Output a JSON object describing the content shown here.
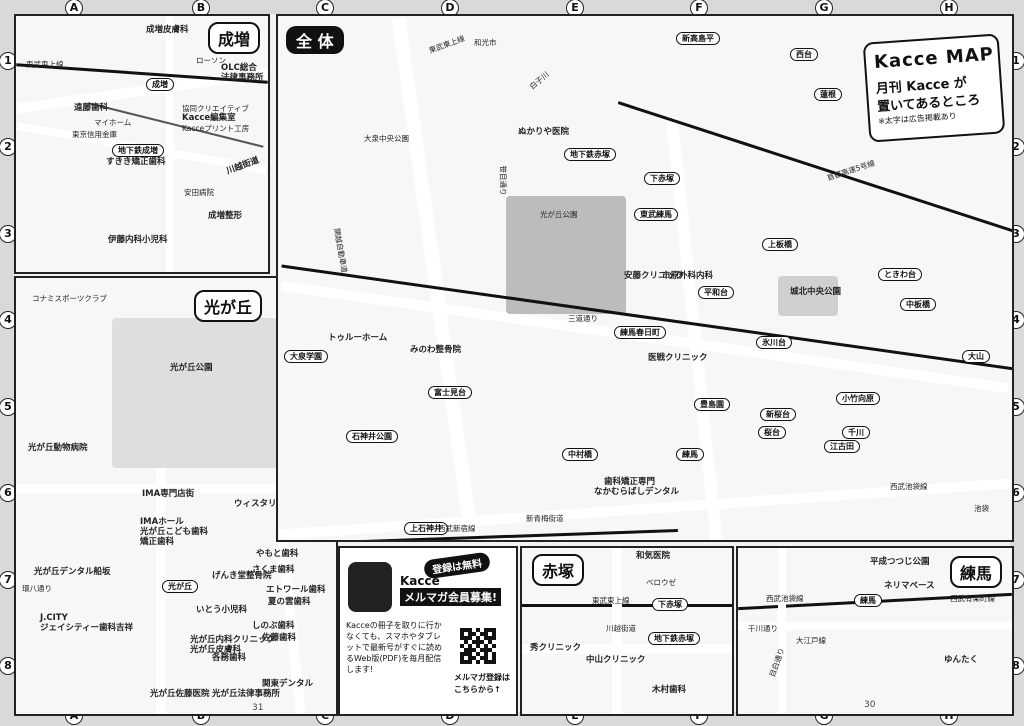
{
  "columns": [
    "A",
    "B",
    "C",
    "D",
    "E",
    "F",
    "G",
    "H"
  ],
  "rows": [
    "1",
    "2",
    "3",
    "4",
    "5",
    "6",
    "7",
    "8"
  ],
  "titles": {
    "narimasu": "成増",
    "zentai": "全 体",
    "hikarigaoka": "光が丘",
    "akatsuka": "赤塚",
    "nerima": "練馬"
  },
  "logo": {
    "line1": "Kacce MAP",
    "line2": "月刊 Kacce が",
    "line3": "置いてあるところ",
    "note": "※太字は広告掲載あり"
  },
  "promo": {
    "badge": "登録は無料",
    "headline1": "Kacce",
    "headline2": "メルマガ会員募集!",
    "body": "Kacceの冊子を取りに行かなくても、スマホやタブレットで最新号がすぐに読めるWeb版(PDF)を毎月配信します!",
    "qr_caption1": "メルマガ登録は",
    "qr_caption2": "こちらから↑"
  },
  "page_numbers": {
    "left": "31",
    "right": "30"
  },
  "narimasu_places": [
    "成増皮膚科",
    "東武東上線",
    "ローソン",
    "成増",
    "OLC総合",
    "法律事務所",
    "遠藤歯科",
    "マイホーム",
    "東京信用金庫",
    "地下鉄成増",
    "すきき矯正歯科",
    "川越街道",
    "安田病院",
    "成増整形",
    "伊藤内科小児科",
    "協同クリエイティブ",
    "Kacce編集室",
    "Kacceプリント工房"
  ],
  "main_places": [
    "東武東上線",
    "和光市",
    "白子川",
    "大泉中央公園",
    "笹目通り",
    "関越自動車道",
    "光が丘公園",
    "三道通り",
    "練馬春日町",
    "富士見台",
    "石神井公園",
    "中村橋",
    "歯科矯正専門",
    "なかむらばしデンタル",
    "練馬",
    "医戦クリニック",
    "首都高速5号線",
    "東武練馬",
    "上板橋",
    "中板橋",
    "大山",
    "ときわ台",
    "新高島平",
    "西台",
    "蓮根",
    "城北中央公園",
    "豊島園",
    "江古田",
    "小竹向原",
    "桜台",
    "新桜台",
    "千川",
    "池袋",
    "新青梅街道",
    "西武池袋線",
    "上石神井",
    "西武新宿線",
    "みのわ整骨院",
    "大泉学園",
    "トゥルーホーム",
    "地下鉄赤塚",
    "下赤塚",
    "平和台",
    "氷川台",
    "安藤クリニック",
    "市原外科内科",
    "ぬかりや医院"
  ],
  "hikarigaoka_places": [
    "コナミスポーツクラブ",
    "光が丘公園",
    "光が丘動物病院",
    "IMA専門店街",
    "IMAホール",
    "光が丘こども歯科",
    "ウィスタリア歯科",
    "矯正歯科",
    "やもと歯科",
    "げんき堂整骨院",
    "光が丘",
    "いとう小児科",
    "光が丘内科クリニック",
    "光が丘皮膚科",
    "佐藤歯科",
    "ジェイシティー歯科吉祥",
    "光が丘デンタル船坂",
    "光が丘佐藤医院",
    "光が丘法律事務所",
    "J.CITY",
    "環八通り",
    "さくま歯科",
    "エトワール歯科",
    "夏の雲歯科",
    "しのぶ歯科",
    "各務歯科",
    "関東デンタル"
  ],
  "akatsuka_places": [
    "和気医院",
    "ベロウゼ",
    "東武東上線",
    "下赤塚",
    "秀クリニック",
    "川越街道",
    "地下鉄赤塚",
    "中山クリニック",
    "木村歯科"
  ],
  "nerima_places": [
    "平成つつじ公園",
    "ネリマベース",
    "西武池袋線",
    "練馬",
    "西武有楽町線",
    "千川通り",
    "大江戸線",
    "目白通り",
    "ゆんたく"
  ]
}
